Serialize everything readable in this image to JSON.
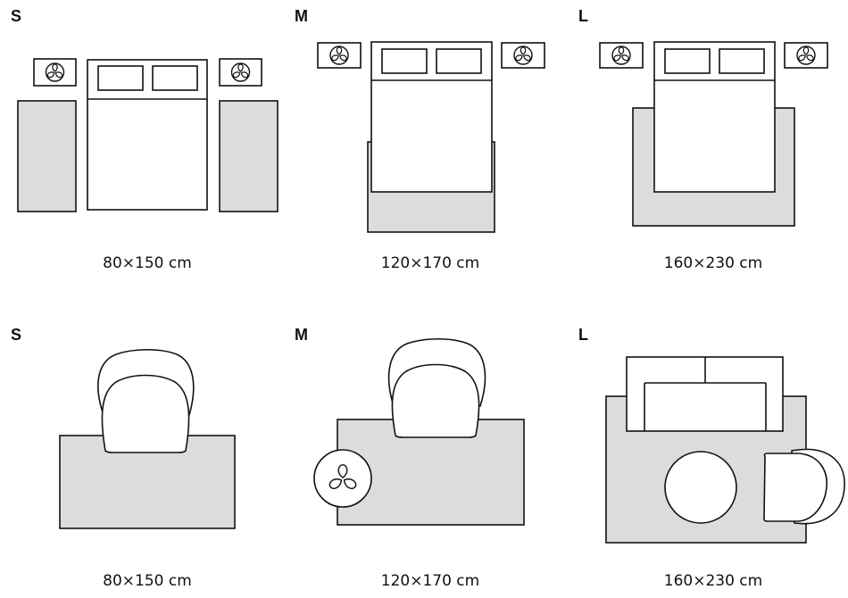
{
  "panels": [
    {
      "size": "S",
      "dimensions": "80×150 cm",
      "room": "bedroom"
    },
    {
      "size": "M",
      "dimensions": "120×170 cm",
      "room": "bedroom"
    },
    {
      "size": "L",
      "dimensions": "160×230 cm",
      "room": "bedroom"
    },
    {
      "size": "S",
      "dimensions": "80×150 cm",
      "room": "living"
    },
    {
      "size": "M",
      "dimensions": "120×170 cm",
      "room": "living"
    },
    {
      "size": "L",
      "dimensions": "160×230 cm",
      "room": "living"
    }
  ],
  "colors": {
    "rug_fill": "#dcdcdc",
    "outline": "#111111",
    "furniture_fill": "#ffffff"
  },
  "icons": [
    "bed-icon",
    "nightstand-icon",
    "lamp-icon",
    "armchair-icon",
    "sofa-icon",
    "round-table-icon",
    "plant-icon"
  ]
}
